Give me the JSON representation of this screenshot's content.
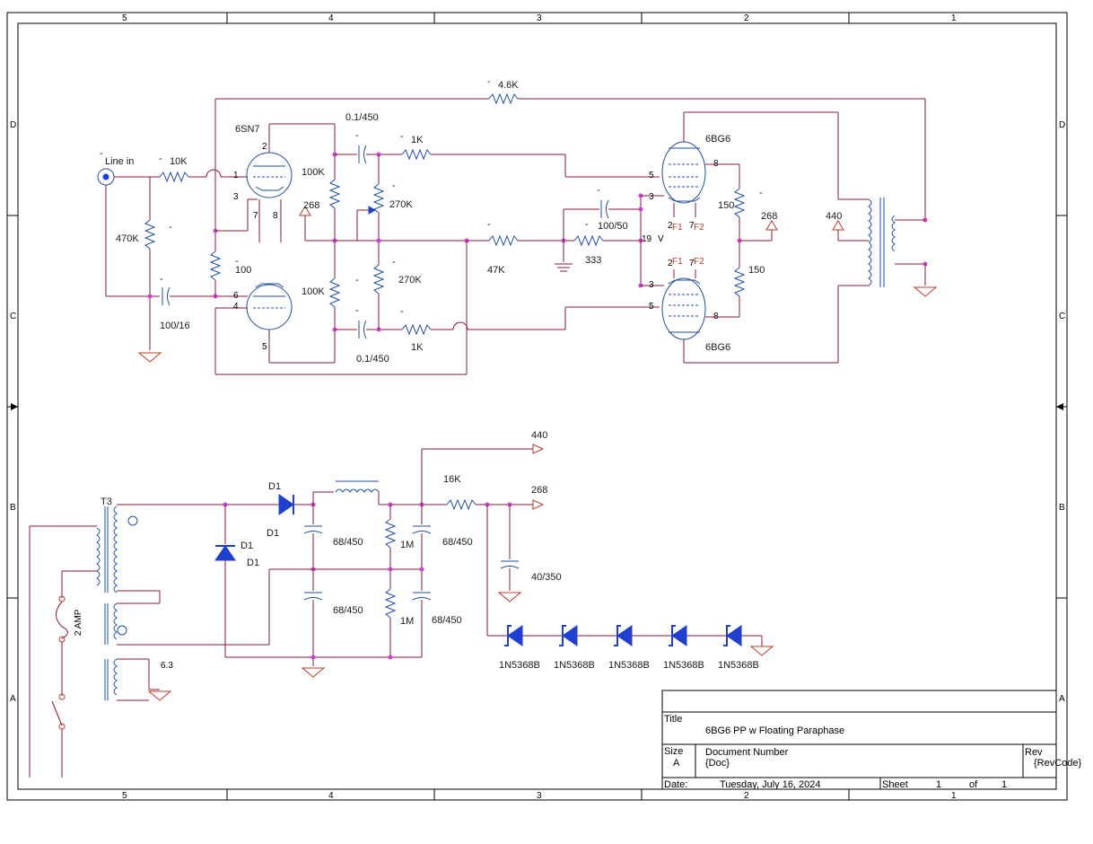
{
  "frame": {
    "columns": [
      "5",
      "4",
      "3",
      "2",
      "1"
    ],
    "rows": [
      "D",
      "C",
      "B",
      "A"
    ]
  },
  "amp": {
    "tube_6sn7": "6SN7",
    "tube_6bg6_top": "6BG6",
    "tube_6bg6_bot": "6BG6",
    "line_in": "Line in",
    "r_10k": "10K",
    "r_470k": "470K",
    "r_100": "100",
    "c_100_16": "100/16",
    "r_100k_top": "100K",
    "r_100k_bot": "100K",
    "c_01_top": "0.1/450",
    "c_01_bot": "0.1/450",
    "r_1k_top": "1K",
    "r_1k_bot": "1K",
    "pot_270k": "270K",
    "r_270k": "270K",
    "r_47k": "47K",
    "r_4_6k": "4.6K",
    "c_100_50": "100/50",
    "r_333": "333",
    "r_150_top": "150",
    "r_150_bot": "150",
    "v268_a": "268",
    "v268_b": "268",
    "v440": "440",
    "dash": "-",
    "pins": {
      "p1": "1",
      "p2": "2",
      "p3": "3",
      "p4": "4",
      "p5": "5",
      "p6": "6",
      "p7": "7",
      "p8": "8",
      "p19": "19",
      "pv": "V"
    },
    "heater": {
      "f1": "F1",
      "f2": "F2"
    }
  },
  "psu": {
    "t3": "T3",
    "fuse": "2 AMP",
    "heater_v": "6.3",
    "d1": "D1",
    "c_68_450": "68/450",
    "r_1m": "1M",
    "r_16k": "16K",
    "c_40_350": "40/350",
    "v440": "440",
    "v268": "268",
    "zener": "1N5368B"
  },
  "titleblock": {
    "title_label": "Title",
    "title": "6BG6 PP w Floating Paraphase",
    "size_label": "Size",
    "size": "A",
    "docnum_label": "Document Number",
    "doc": "{Doc}",
    "rev_label": "Rev",
    "rev": "{RevCode}",
    "date_label": "Date:",
    "date": "Tuesday, July 16, 2024",
    "sheet_label": "Sheet",
    "sheet": "1",
    "of_label": "of",
    "of": "1"
  },
  "colors": {
    "wire": "#8b1a3a",
    "component": "#1f4fa0",
    "diode_fill": "#1f3fd0",
    "junction": "#d040d0",
    "ground": "#c0392b"
  }
}
